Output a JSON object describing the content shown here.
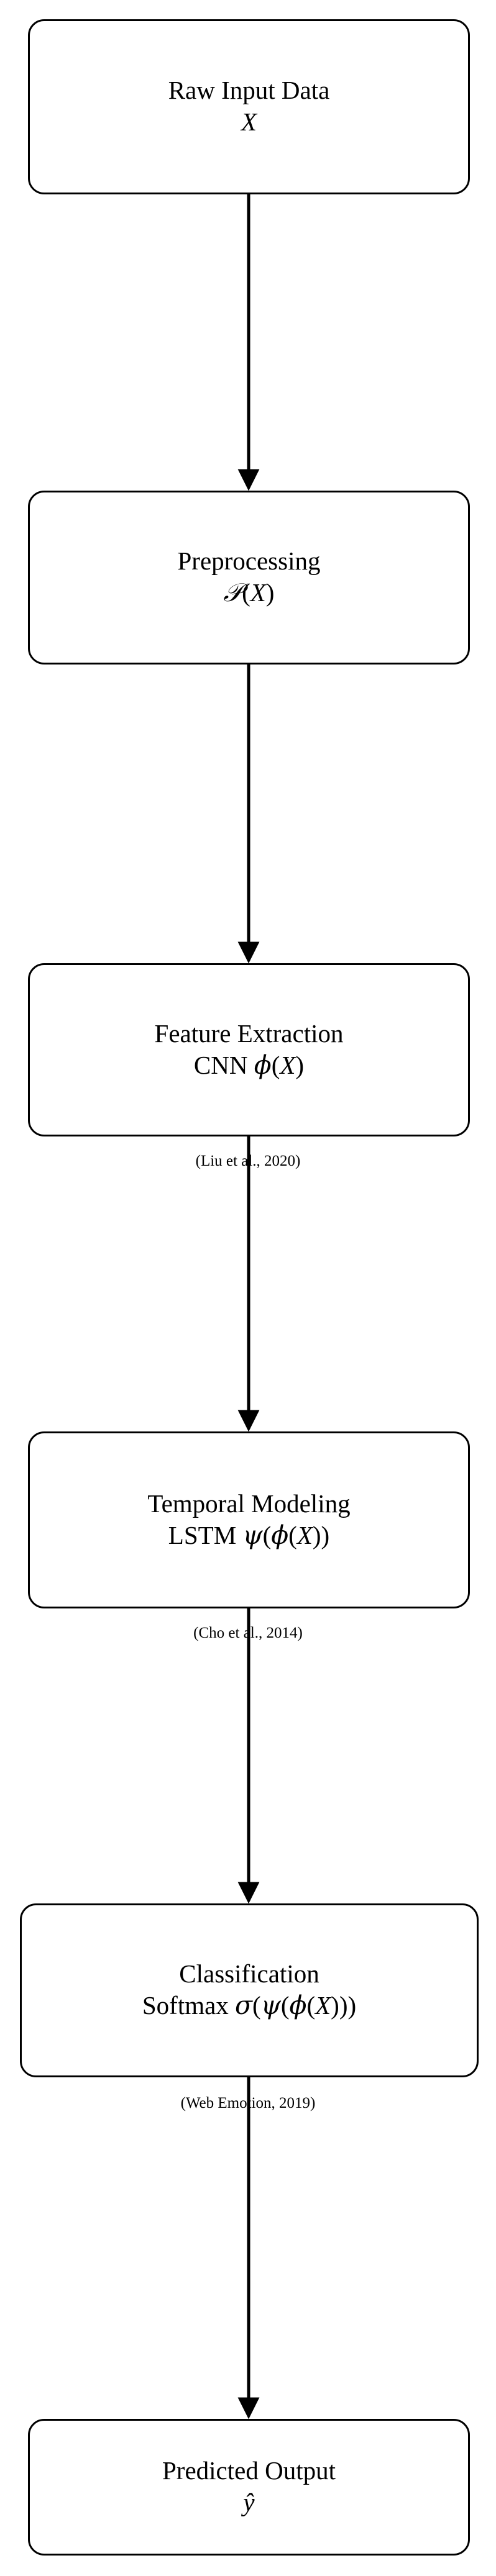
{
  "diagram": {
    "title": "Deep Learning Pipeline Flowchart",
    "type": "flowchart",
    "orientation": "top-to-bottom",
    "background_color": "#ffffff",
    "stroke_color": "#000000",
    "nodes": [
      {
        "id": "raw-input-data",
        "line1": "Raw Input Data",
        "line2": "X"
      },
      {
        "id": "preprocessing",
        "line1": "Preprocessing",
        "line2": "ᵋcalP(X)"
      },
      {
        "id": "feature-extraction",
        "line1": "Feature Extraction",
        "line2": "CNN ϕ(X)"
      },
      {
        "id": "temporal-modeling",
        "line1": "Temporal Modeling",
        "line2": "LSTM ψ(ϕ(X))"
      },
      {
        "id": "classification",
        "line1": "Classification",
        "line2": "Softmax σ(ψ(ϕ(X)))"
      },
      {
        "id": "predicted-output",
        "line1": "Predicted Output",
        "line2": "ŷ"
      }
    ],
    "edge_labels": [
      {
        "id": "citation-liu",
        "text": "(Liu et al., 2020)"
      },
      {
        "id": "citation-cho",
        "text": "(Cho et al., 2014)"
      },
      {
        "id": "citation-web-emotion",
        "text": "(Web Emotion, 2019)"
      }
    ]
  }
}
